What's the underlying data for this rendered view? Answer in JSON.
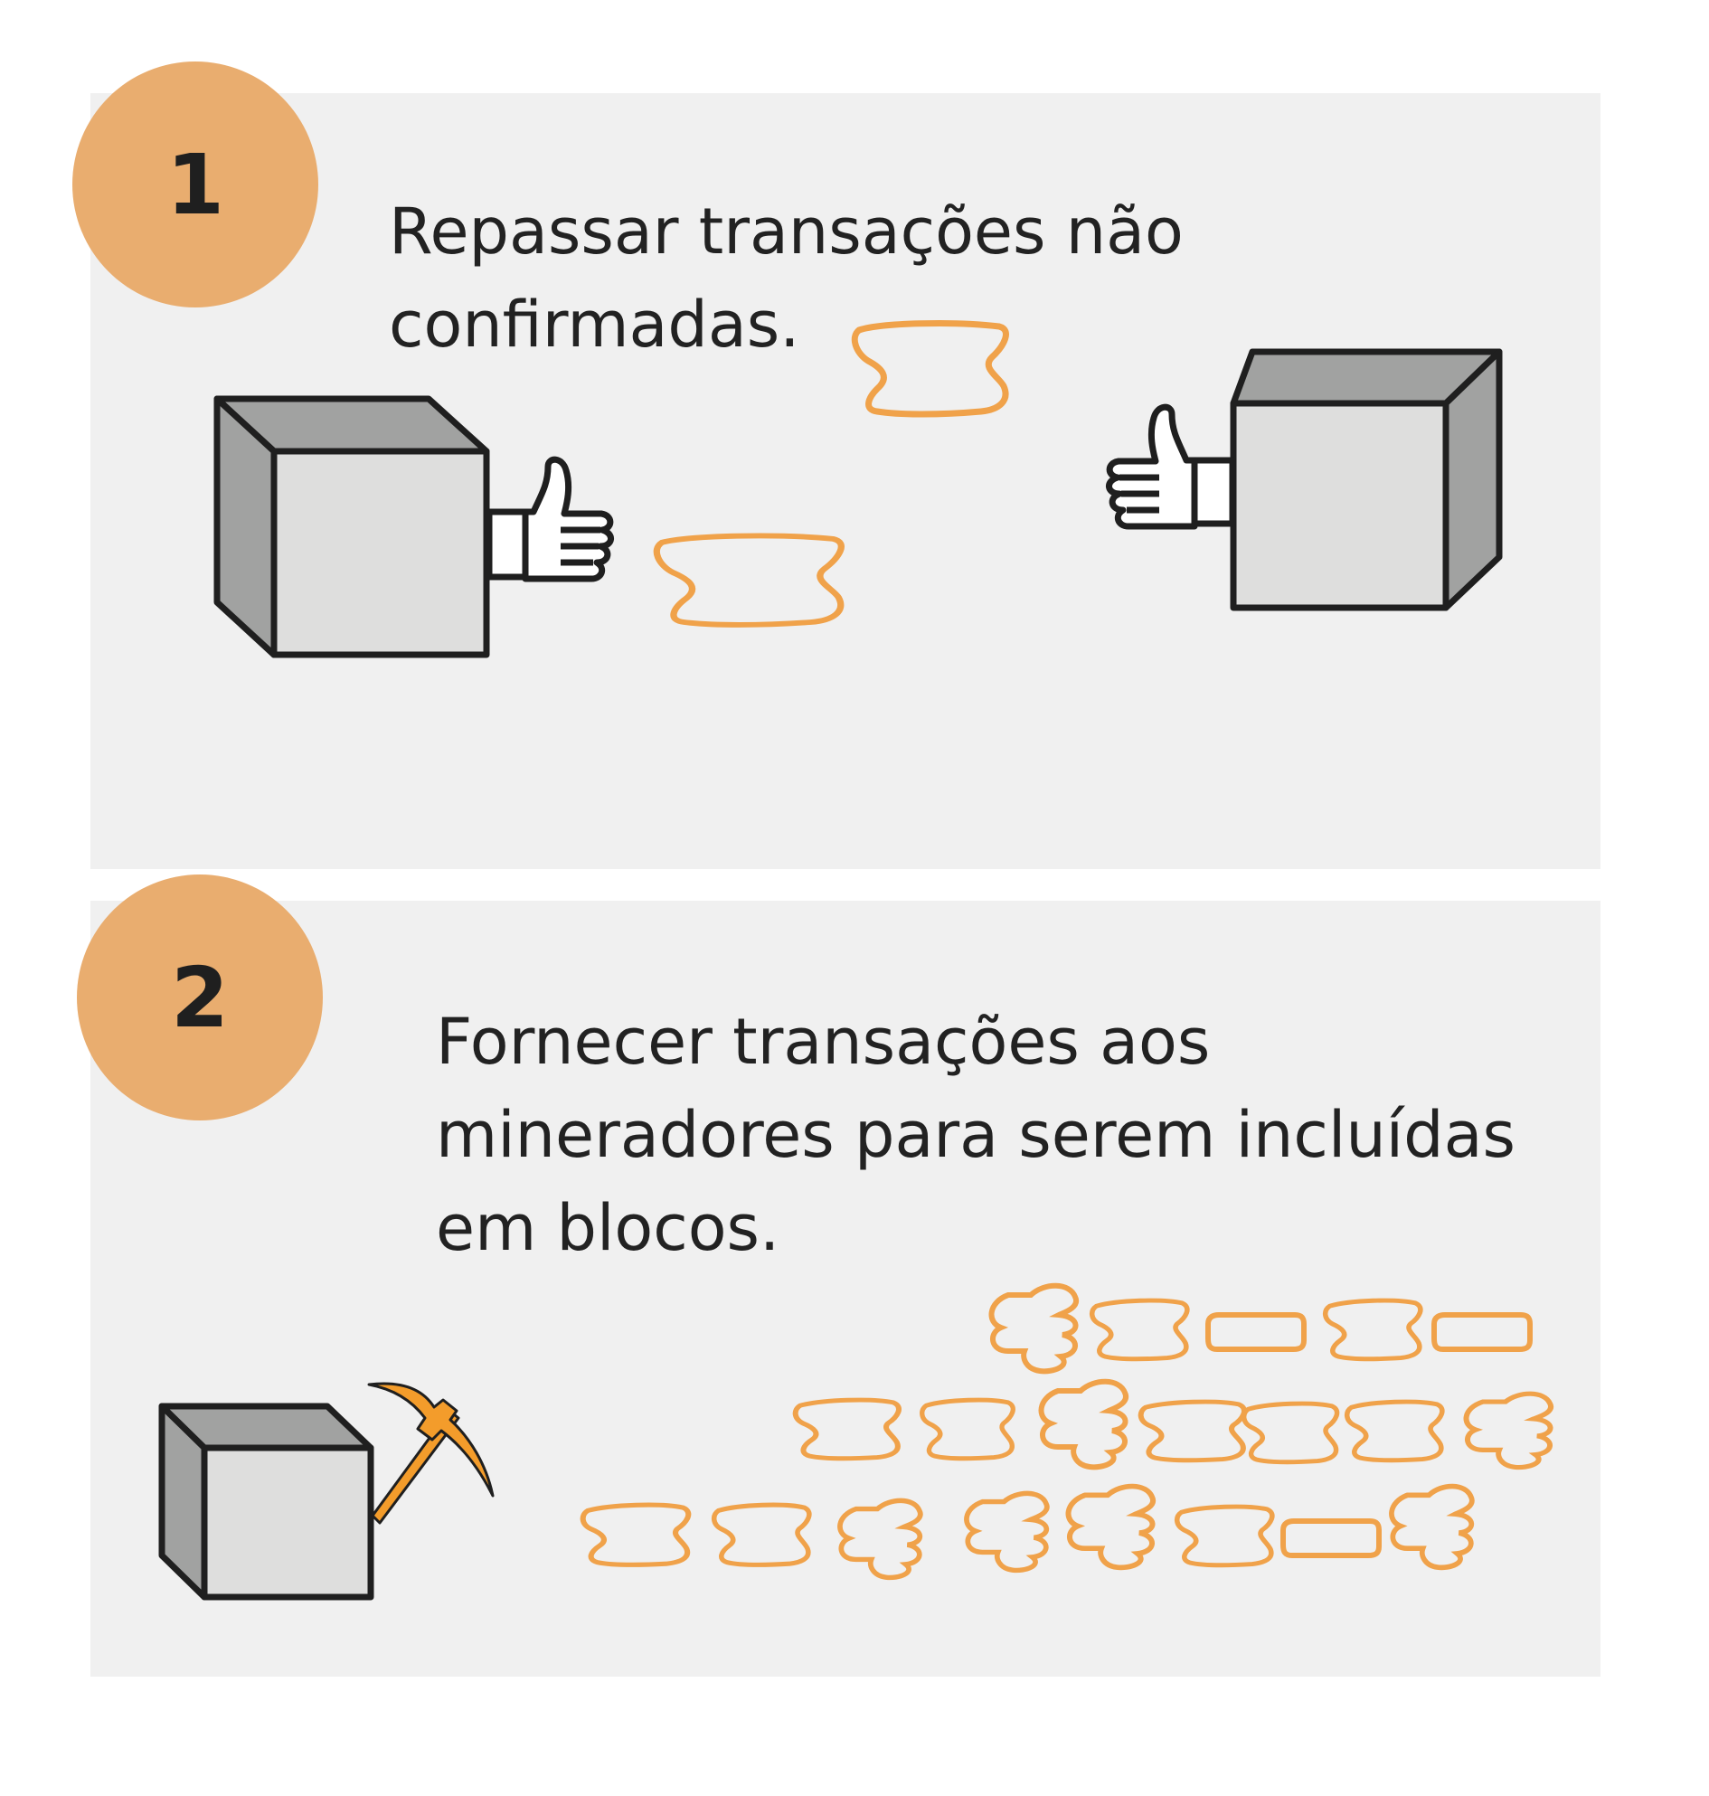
{
  "steps": [
    {
      "number": "1",
      "text_line1": "Repassar transações não",
      "text_line2": "confirmadas."
    },
    {
      "number": "2",
      "text_line1": "Fornecer transações aos",
      "text_line2": "mineradores para serem incluídas",
      "text_line3": "em blocos."
    }
  ],
  "colors": {
    "panel": "#f0f0f0",
    "badge": "#e9ad6f",
    "transaction_outline": "#f0a24a",
    "cube_front": "#dededd",
    "cube_side": "#a1a2a1",
    "outline": "#1f1f1f",
    "pickaxe": "#f39c2b"
  },
  "icons": {
    "node": "cube-icon",
    "handshake": "thumbs-up-icon",
    "transaction": "transaction-blob-icon",
    "miner": "pickaxe-icon"
  }
}
